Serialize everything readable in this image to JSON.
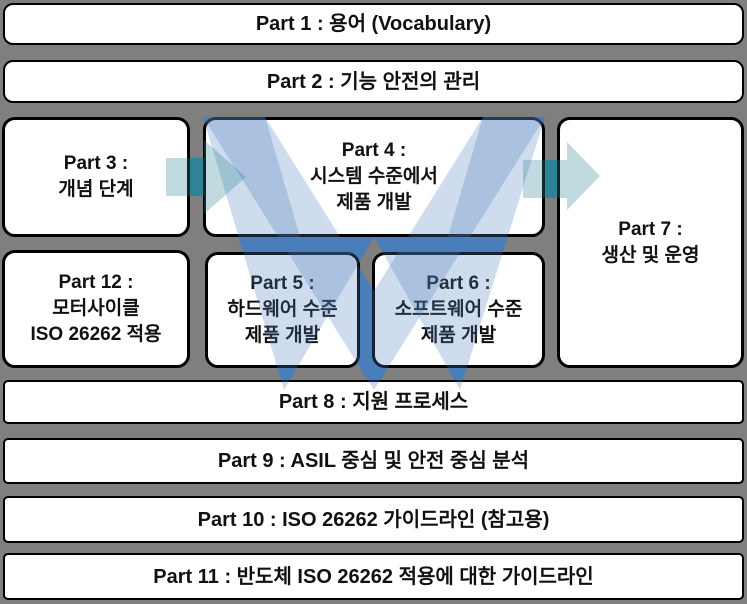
{
  "diagram": {
    "subject": "ISO 26262 parts overview",
    "boxes": {
      "part1": {
        "label": "Part 1 : 용어 (Vocabulary)"
      },
      "part2": {
        "label": "Part 2 : 기능 안전의 관리"
      },
      "part3": {
        "lines": [
          "Part 3 :",
          "개념 단계"
        ]
      },
      "part4": {
        "lines": [
          "Part 4 :",
          "시스템 수준에서",
          "제품 개발"
        ]
      },
      "part5": {
        "lines": [
          "Part 5 :",
          "하드웨어 수준",
          "제품 개발"
        ]
      },
      "part6": {
        "lines": [
          "Part 6 :",
          "소프트웨어 수준",
          "제품 개발"
        ]
      },
      "part7": {
        "lines": [
          "Part 7 :",
          "생산 및 운영"
        ]
      },
      "part12": {
        "lines": [
          "Part 12 :",
          "모터사이클",
          "ISO 26262 적용"
        ]
      },
      "part8": {
        "label": "Part 8 : 지원 프로세스"
      },
      "part9": {
        "label": "Part 9 : ASIL 중심 및 안전 중심 분석"
      },
      "part10": {
        "label": "Part 10 : ISO 26262 가이드라인 (참고용)"
      },
      "part11": {
        "label": "Part 11 : 반도체 ISO 26262 적용에 대한 가이드라인"
      }
    },
    "decorations": {
      "watermark": "v-model-double-chevron",
      "flow_arrows": [
        "part3-to-part4-right-arrow",
        "part4-to-part7-right-arrow"
      ]
    }
  },
  "colors": {
    "background": "#7f7f7f",
    "box_fill": "#ffffff",
    "box_border": "#000000",
    "text": "#111111",
    "v_band_solid": "#4a7ebb",
    "v_band_tint": "rgba(74,126,187,0.27)",
    "arrow_solid": "#2e8397",
    "arrow_tint": "rgba(46,131,151,0.30)"
  }
}
